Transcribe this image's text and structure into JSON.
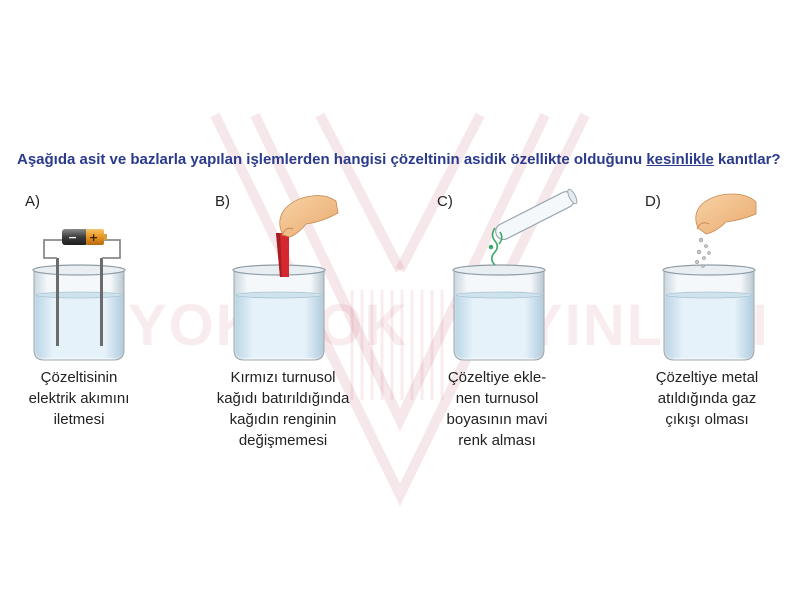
{
  "watermark": {
    "left": "YOK YOK",
    "right": "YAYINLARI"
  },
  "question": {
    "before": "Aşağıda asit ve bazlarla yapılan işlemlerden hangisi çözeltinin asidik özellikte olduğunu ",
    "emphasis": "kesinlikle",
    "after": " kanıtlar?"
  },
  "options": [
    {
      "letter": "A)",
      "caption": "Çözeltisinin\nelektrik akımını\niletmesi",
      "battery_minus": "−",
      "battery_plus": "+"
    },
    {
      "letter": "B)",
      "caption": "Kırmızı turnusol\nkağıdı batırıldığında\nkağıdın renginin\ndeğişmemesi"
    },
    {
      "letter": "C)",
      "caption": "Çözeltiye ekle-\nnen turnusol\nboyasının mavi\nrenk alması"
    },
    {
      "letter": "D)",
      "caption": "Çözeltiye metal\natıldığında gaz\nçıkışı olması"
    }
  ],
  "colors": {
    "question_text": "#2a3a8c",
    "litmus_red": "#d4282e",
    "litmus_drops": "#3fa86a",
    "battery_orange": "#e8941f",
    "solution_blue": "#dcedf7",
    "watermark": "#b9465a"
  }
}
